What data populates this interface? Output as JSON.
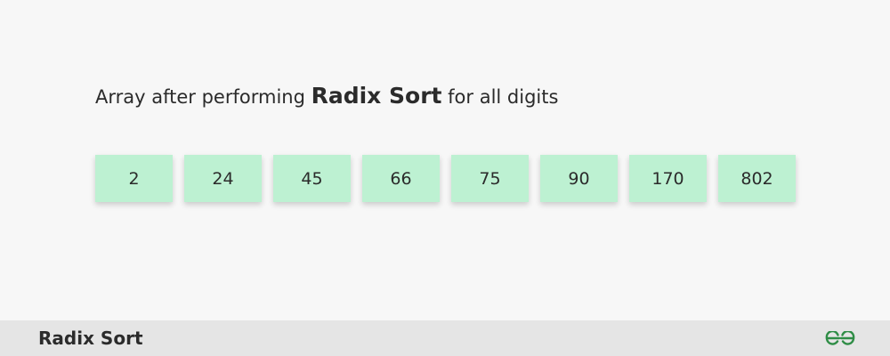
{
  "heading": {
    "prefix": "Array after performing ",
    "emphasis": "Radix Sort",
    "suffix": " for all digits"
  },
  "array": [
    "2",
    "24",
    "45",
    "66",
    "75",
    "90",
    "170",
    "802"
  ],
  "footer": {
    "title": "Radix Sort",
    "logo_icon": "gfg-logo-icon"
  },
  "colors": {
    "cell": "#bdf1d2",
    "background": "#f7f7f7",
    "footer": "#e5e5e5",
    "logo": "#2f8d46"
  }
}
